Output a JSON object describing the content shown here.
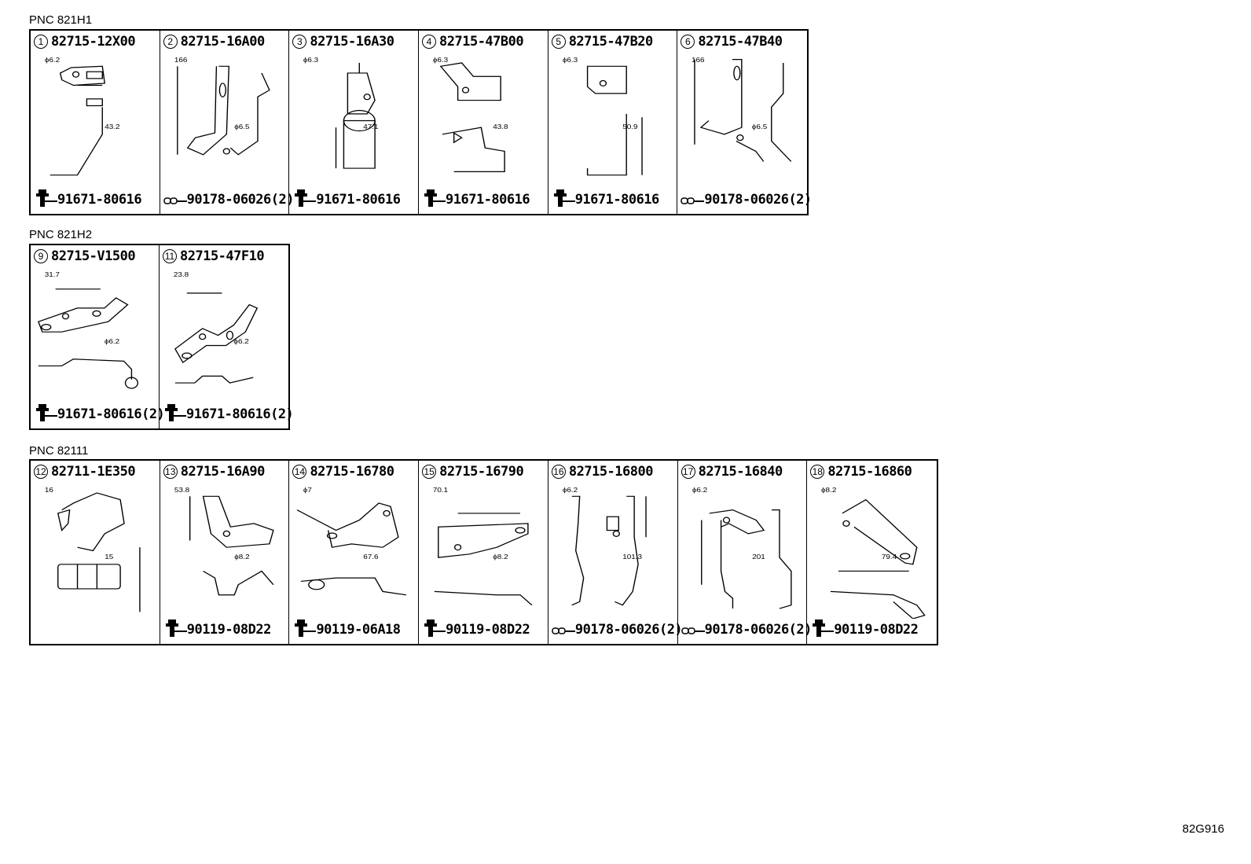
{
  "sections": [
    {
      "pnc": "PNC 821H1",
      "parts": [
        {
          "idx": "1",
          "part_no": "82715-12X00",
          "dims": [
            "ϕ6.2",
            "43.2"
          ],
          "fastener": "bolt",
          "fastener_no": "91671-80616"
        },
        {
          "idx": "2",
          "part_no": "82715-16A00",
          "dims": [
            "166",
            "ϕ6.5"
          ],
          "fastener": "clip",
          "fastener_no": "90178-06026(2)"
        },
        {
          "idx": "3",
          "part_no": "82715-16A30",
          "dims": [
            "ϕ6.3",
            "47.1"
          ],
          "fastener": "bolt",
          "fastener_no": "91671-80616"
        },
        {
          "idx": "4",
          "part_no": "82715-47B00",
          "dims": [
            "ϕ6.3",
            "43.8"
          ],
          "fastener": "bolt",
          "fastener_no": "91671-80616"
        },
        {
          "idx": "5",
          "part_no": "82715-47B20",
          "dims": [
            "ϕ6.3",
            "50.9"
          ],
          "fastener": "bolt",
          "fastener_no": "91671-80616"
        },
        {
          "idx": "6",
          "part_no": "82715-47B40",
          "dims": [
            "166",
            "ϕ6.5"
          ],
          "fastener": "clip",
          "fastener_no": "90178-06026(2)"
        }
      ]
    },
    {
      "pnc": "PNC 821H2",
      "parts": [
        {
          "idx": "9",
          "part_no": "82715-V1500",
          "dims": [
            "31.7",
            "ϕ6.2"
          ],
          "fastener": "bolt",
          "fastener_no": "91671-80616(2)"
        },
        {
          "idx": "11",
          "part_no": "82715-47F10",
          "dims": [
            "23.8",
            "ϕ6.2"
          ],
          "fastener": "bolt",
          "fastener_no": "91671-80616(2)"
        }
      ]
    },
    {
      "pnc": "PNC 82111",
      "parts": [
        {
          "idx": "12",
          "part_no": "82711-1E350",
          "dims": [
            "16",
            "15"
          ],
          "fastener": "none",
          "fastener_no": ""
        },
        {
          "idx": "13",
          "part_no": "82715-16A90",
          "dims": [
            "53.8",
            "ϕ8.2"
          ],
          "fastener": "bolt",
          "fastener_no": "90119-08D22"
        },
        {
          "idx": "14",
          "part_no": "82715-16780",
          "dims": [
            "ϕ7",
            "67.6"
          ],
          "fastener": "bolt",
          "fastener_no": "90119-06A18"
        },
        {
          "idx": "15",
          "part_no": "82715-16790",
          "dims": [
            "70.1",
            "ϕ8.2"
          ],
          "fastener": "bolt",
          "fastener_no": "90119-08D22"
        },
        {
          "idx": "16",
          "part_no": "82715-16800",
          "dims": [
            "ϕ6.2",
            "101.3"
          ],
          "fastener": "clip",
          "fastener_no": "90178-06026(2)"
        },
        {
          "idx": "17",
          "part_no": "82715-16840",
          "dims": [
            "ϕ6.2",
            "201"
          ],
          "fastener": "clip",
          "fastener_no": "90178-06026(2)"
        },
        {
          "idx": "18",
          "part_no": "82715-16860",
          "dims": [
            "ϕ8.2",
            "79.4"
          ],
          "fastener": "bolt",
          "fastener_no": "90119-08D22"
        }
      ]
    }
  ],
  "diagram_code": "82G916"
}
